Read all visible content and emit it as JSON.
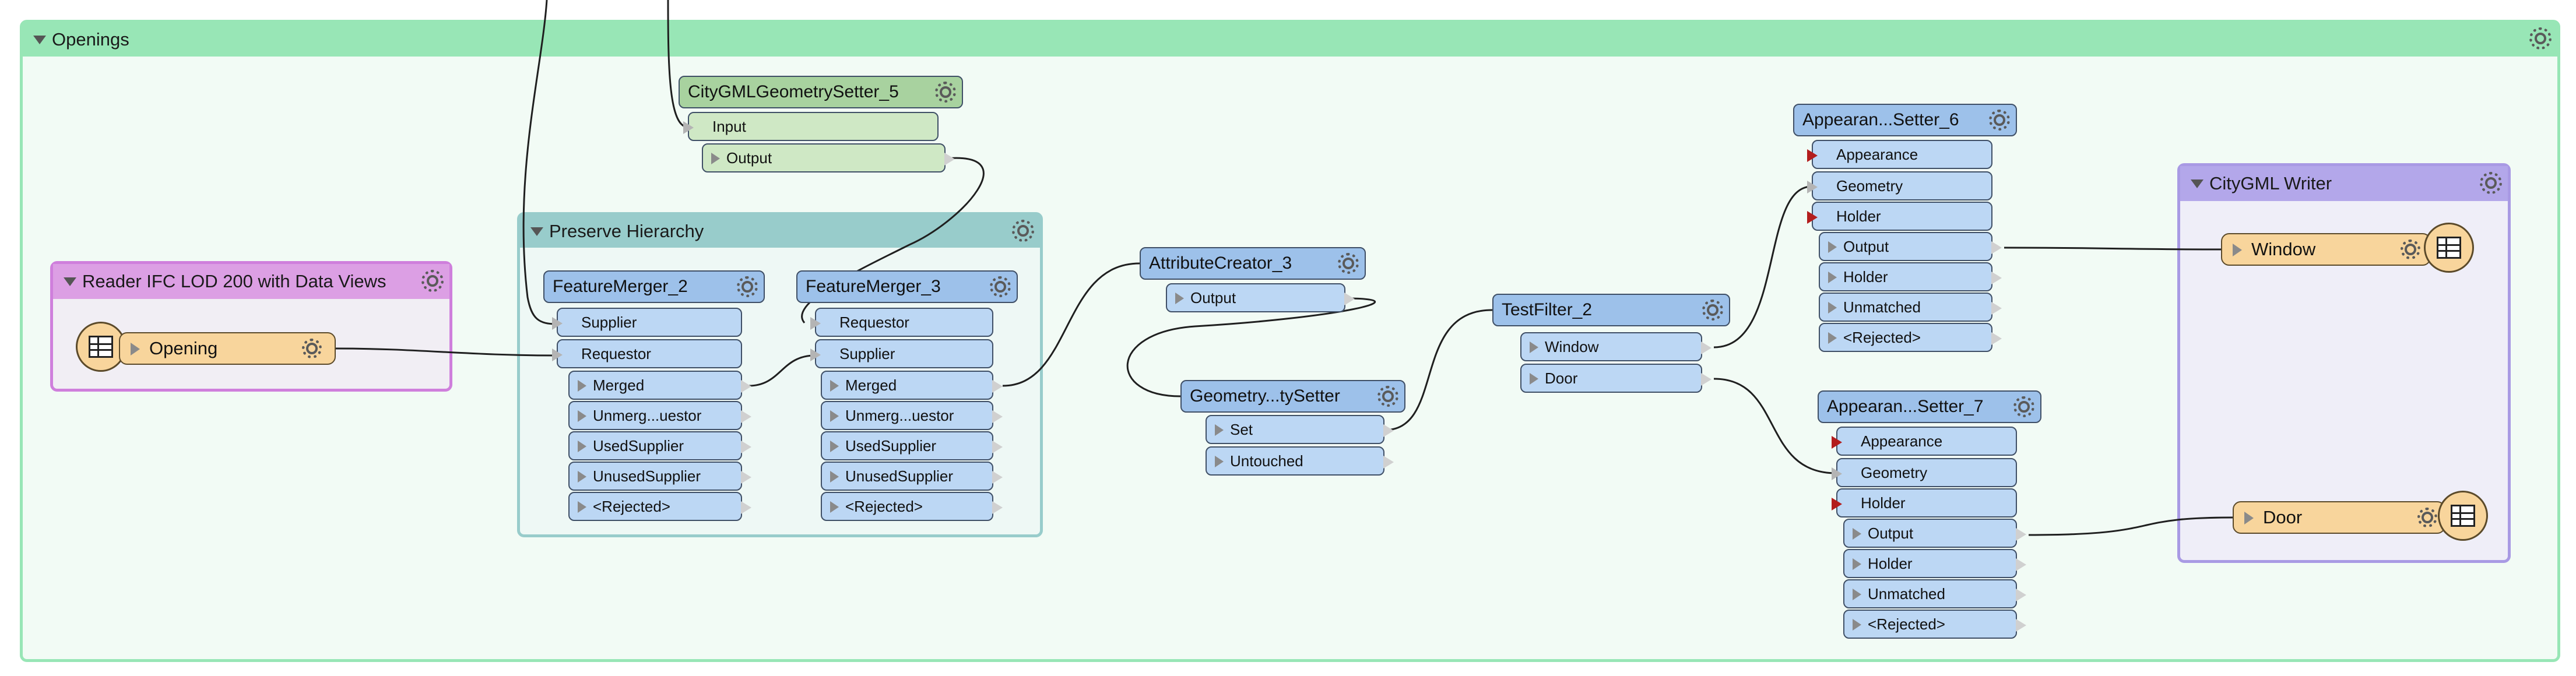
{
  "bookmarks": {
    "openings": "Openings",
    "preserve": "Preserve Hierarchy",
    "reader": "Reader IFC LOD 200 with Data Views",
    "writer": "CityGML Writer"
  },
  "reader": {
    "feature_type": "Opening"
  },
  "writer": {
    "window": "Window",
    "door": "Door"
  },
  "transformers": {
    "geomsetter": {
      "name": "CityGMLGeometrySetter_5",
      "ports": [
        "Input",
        "Output"
      ]
    },
    "fm2": {
      "name": "FeatureMerger_2",
      "inputs": [
        "Supplier",
        "Requestor"
      ],
      "outputs": [
        "Merged",
        "Unmerg...uestor",
        "UsedSupplier",
        "UnusedSupplier",
        "<Rejected>"
      ]
    },
    "fm3": {
      "name": "FeatureMerger_3",
      "inputs": [
        "Requestor",
        "Supplier"
      ],
      "outputs": [
        "Merged",
        "Unmerg...uestor",
        "UsedSupplier",
        "UnusedSupplier",
        "<Rejected>"
      ]
    },
    "attrcreator": {
      "name": "AttributeCreator_3",
      "outputs": [
        "Output"
      ]
    },
    "geomtester": {
      "name": "Geometry...tySetter",
      "outputs": [
        "Set",
        "Untouched"
      ]
    },
    "testfilter": {
      "name": "TestFilter_2",
      "outputs": [
        "Window",
        "Door"
      ]
    },
    "app6": {
      "name": "Appearan...Setter_6",
      "inputs": [
        "Appearance",
        "Geometry",
        "Holder"
      ],
      "outputs": [
        "Output",
        "Holder",
        "Unmatched",
        "<Rejected>"
      ]
    },
    "app7": {
      "name": "Appearan...Setter_7",
      "inputs": [
        "Appearance",
        "Geometry",
        "Holder"
      ],
      "outputs": [
        "Output",
        "Holder",
        "Unmatched",
        "<Rejected>"
      ]
    }
  },
  "colors": {
    "transformer": "#9dc1ea",
    "port": "#bcd7f4",
    "geometry_setter": "#a8d29f",
    "feature_type": "#f8d59c",
    "bookmark_openings": "#98e6b6",
    "bookmark_preserve": "#98cccb",
    "bookmark_reader": "#dc9fe4",
    "bookmark_writer": "#b3a7ea",
    "required_input": "#b31d1d"
  }
}
